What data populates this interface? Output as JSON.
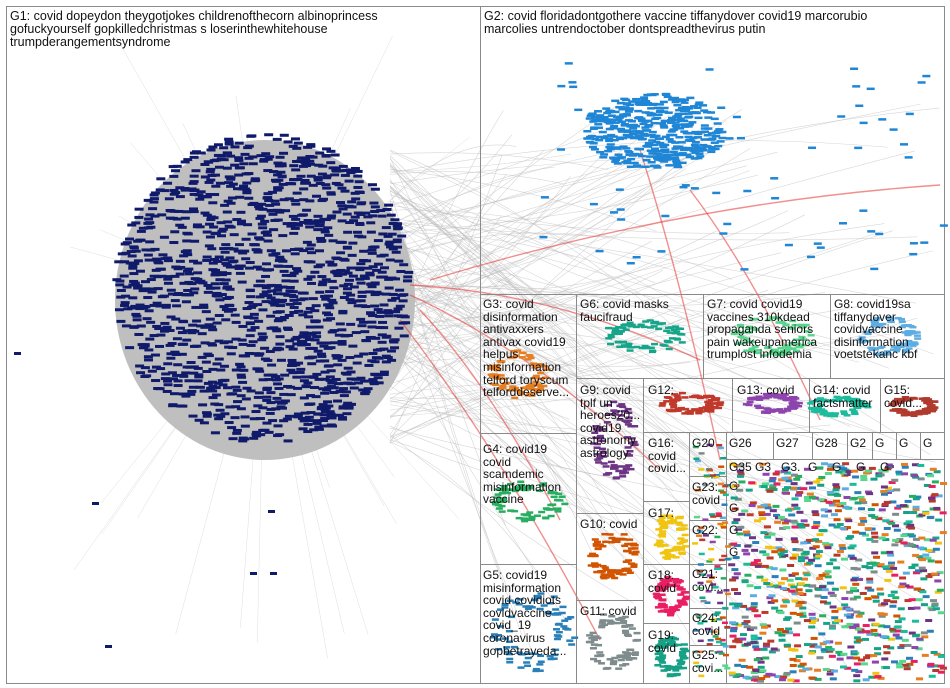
{
  "graph": {
    "edge_color": "#bdbdbd",
    "highlight_edge_color": "#e8322f",
    "g1_color": "#101a6b",
    "g2_color": "#1f86d6",
    "groups": [
      {
        "id": "G1",
        "label": "G1: covid dopeydon theygotjokes childrenofthecorn albinoprincess\ngofuckyourself gopkilledchristmas s loserinthewhitehouse\ntrumpderangementsyndrome"
      },
      {
        "id": "G2",
        "label": "G2: covid floridadontgothere vaccine tiffanydover covid19 marcorubio\nmarcolies untrendoctober dontspreadthevirus putin"
      },
      {
        "id": "G3",
        "label": "G3: covid\ndisinformation\nantivaxxers\nantivax covid19\nhelpus\nmisinformation\ntelford toryscum\ntelforddeserve..."
      },
      {
        "id": "G4",
        "label": "G4: covid19\ncovid\nscamdemic\nmisinformation\nvaccine"
      },
      {
        "id": "G5",
        "label": "G5: covid19\nmisinformation\ncovid covidiots\ncovidvaccine\ncovid_19\ncoronavirus\ngopbetrayeda..."
      },
      {
        "id": "G6",
        "label": "G6: covid masks\nfaucifraud"
      },
      {
        "id": "G7",
        "label": "G7: covid covid19\nvaccines 310kdead\npropaganda seniors\npain wakeupamerica\ntrumplost infodemia"
      },
      {
        "id": "G8",
        "label": "G8: covid19sa\ntiffanydover\ncovidvaccine\ndisinformation\nvoetstekanc kbf"
      },
      {
        "id": "G9",
        "label": "G9: covid\ntplf un\nheroes20...\ncovid19\nastronomy\nastrology"
      },
      {
        "id": "G10",
        "label": "G10: covid"
      },
      {
        "id": "G11",
        "label": "G11: covid"
      },
      {
        "id": "G12",
        "label": "G12:"
      },
      {
        "id": "G13",
        "label": "G13: covid"
      },
      {
        "id": "G14",
        "label": "G14: covid\nfactsmatter"
      },
      {
        "id": "G15",
        "label": "G15:\ncovid..."
      },
      {
        "id": "G16",
        "label": "G16:\ncovid\ncovid..."
      },
      {
        "id": "G17",
        "label": "G17:"
      },
      {
        "id": "G18",
        "label": "G18:\ncovid"
      },
      {
        "id": "G19",
        "label": "G19:\ncovid"
      },
      {
        "id": "G20",
        "label": "G20"
      },
      {
        "id": "G21",
        "label": "G21:\ncovi..."
      },
      {
        "id": "G22",
        "label": "G22:"
      },
      {
        "id": "G23",
        "label": "G23:\ncovid"
      },
      {
        "id": "G24",
        "label": "G24:\ncovid"
      },
      {
        "id": "G25",
        "label": "G25:\ncovi..."
      },
      {
        "id": "G26",
        "label": "G26"
      },
      {
        "id": "G27",
        "label": "G27"
      },
      {
        "id": "G28",
        "label": "G28"
      },
      {
        "id": "G29",
        "label": "G2"
      },
      {
        "id": "G30",
        "label": "G"
      },
      {
        "id": "G35",
        "label": "G35"
      },
      {
        "id": "G3x",
        "label": "G3"
      },
      {
        "id": "G3y",
        "label": "G3."
      },
      {
        "id": "Gx1",
        "label": "G"
      },
      {
        "id": "Gx2",
        "label": "G"
      },
      {
        "id": "Gx3",
        "label": "G"
      },
      {
        "id": "Gx4",
        "label": "G"
      },
      {
        "id": "Gx5",
        "label": "G"
      },
      {
        "id": "Gx6",
        "label": "G"
      },
      {
        "id": "Gx7",
        "label": "G"
      },
      {
        "id": "Gx8",
        "label": "G"
      },
      {
        "id": "Gx9",
        "label": "G"
      },
      {
        "id": "Gx10",
        "label": "G"
      }
    ],
    "cluster_colors": [
      "#17a589",
      "#c0392b",
      "#8e44ad",
      "#e67e22",
      "#27ae60",
      "#2980b9",
      "#d35400",
      "#7f8c8d",
      "#f1c40f",
      "#e91e63",
      "#16a085",
      "#6c3483",
      "#1abc9c",
      "#b03a2e",
      "#5dade2",
      "#58d68d"
    ]
  }
}
